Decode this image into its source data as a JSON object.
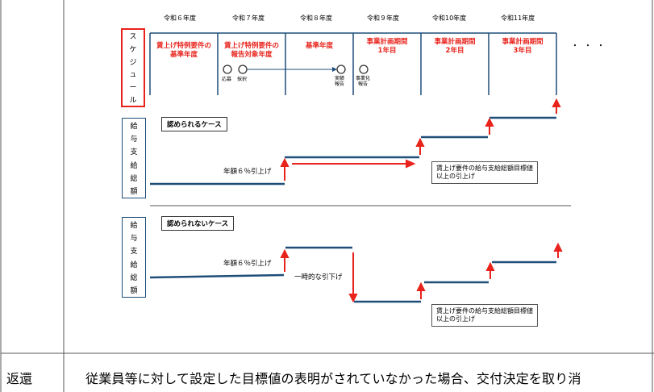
{
  "years": [
    "令和６年度",
    "令和７年度",
    "令和８年度",
    "令和９年度",
    "令和10年度",
    "令和11年度"
  ],
  "ellipsis": "・・・",
  "schedule_label": [
    "ス",
    "ケ",
    "ジ",
    "ュ",
    "ー",
    "ル"
  ],
  "phases": [
    {
      "line1": "賃上げ特例要件の",
      "line2": "基準年度"
    },
    {
      "line1": "賃上げ特例要件の",
      "line2": "報告対象年度"
    },
    {
      "line1": "基準年度",
      "line2": ""
    },
    {
      "line1": "事業計画期間",
      "line2": "1年目"
    },
    {
      "line1": "事業計画期間",
      "line2": "2年目"
    },
    {
      "line1": "事業計画期間",
      "line2": "3年目"
    }
  ],
  "events": {
    "apply": "応募",
    "adopt": "採択",
    "report1": "実績",
    "report2": "報告",
    "biz1": "事業化",
    "biz2": "報告"
  },
  "salary_label": [
    "給",
    "与",
    "支",
    "給",
    "総",
    "額"
  ],
  "case_ok": "認められるケース",
  "case_ng": "認められないケース",
  "raise_text": "年額６％引上げ",
  "temp_drop": "一時的な引下げ",
  "note_line1": "賃上げ要件の給与支給総額目標値",
  "note_line2": "以上の引上げ",
  "colors": {
    "accent_red": "#e8231c",
    "line_blue": "#1f4e79"
  },
  "footer": {
    "label": "返還",
    "text": "従業員等に対して設定した目標値の表明がされていなかった場合、交付決定を取り消"
  }
}
